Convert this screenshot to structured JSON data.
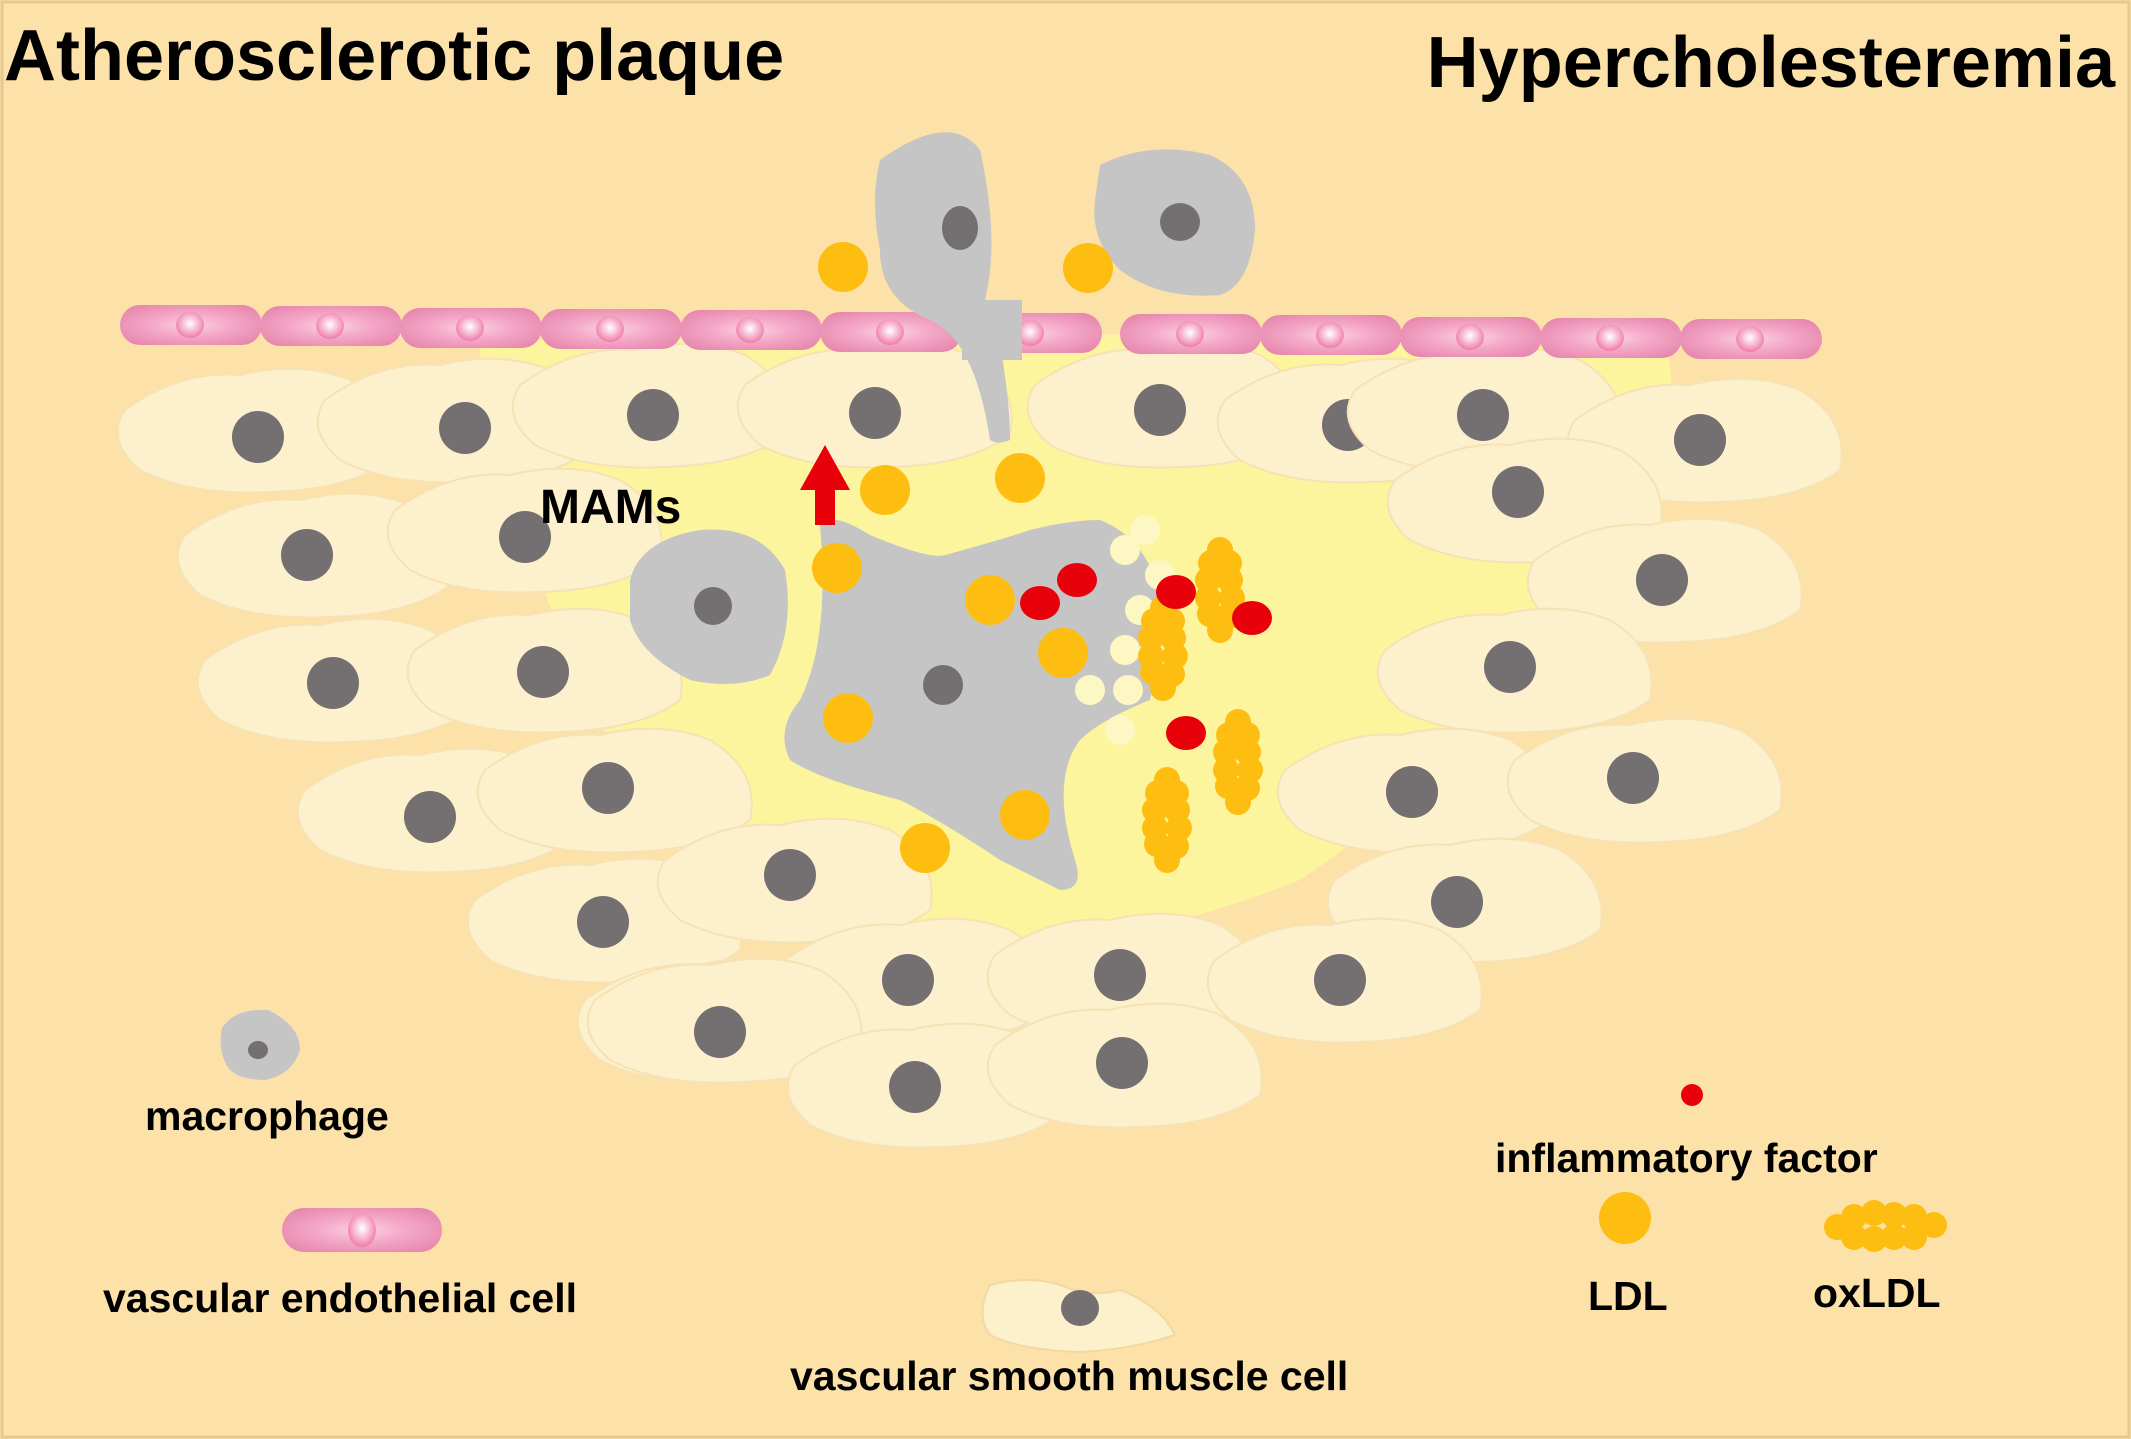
{
  "titles": {
    "left": "Atherosclerotic plaque",
    "right": "Hypercholesteremia"
  },
  "annotation": {
    "text": "MAMs",
    "direction": "up",
    "color": "#e8232d"
  },
  "legend": {
    "macrophage": "macrophage",
    "endothelial": "vascular endothelial cell",
    "smooth_muscle": "vascular smooth muscle cell",
    "inflammatory": "inflammatory factor",
    "ldl": "LDL",
    "oxldl": "oxLDL"
  },
  "colors": {
    "background": "#fce1a9",
    "plaque_core": "#fdf59e",
    "smooth_muscle_cell": "#fdf0cc",
    "nucleus": "#747072",
    "macrophage": "#c5c5c5",
    "endothelial": "#f093b8",
    "ldl": "#fdbd11",
    "inflammatory_factor": "#e8000b",
    "foam_vesicle": "#fdf7c4"
  }
}
